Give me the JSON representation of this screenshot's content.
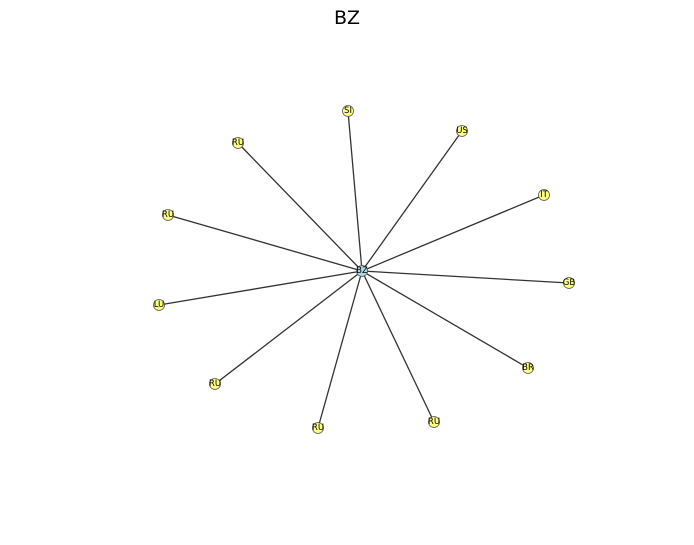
{
  "title": "BZ",
  "colors": {
    "center_node": "#add8e6",
    "leaf_node": "#ffff80",
    "edge": "#333333"
  },
  "graph": {
    "center": {
      "label": "BZ"
    },
    "leaves": [
      {
        "label": "SI"
      },
      {
        "label": "US"
      },
      {
        "label": "IT"
      },
      {
        "label": "GB"
      },
      {
        "label": "BR"
      },
      {
        "label": "RU"
      },
      {
        "label": "RU"
      },
      {
        "label": "RU"
      },
      {
        "label": "LU"
      },
      {
        "label": "RU"
      },
      {
        "label": "RU"
      }
    ]
  }
}
